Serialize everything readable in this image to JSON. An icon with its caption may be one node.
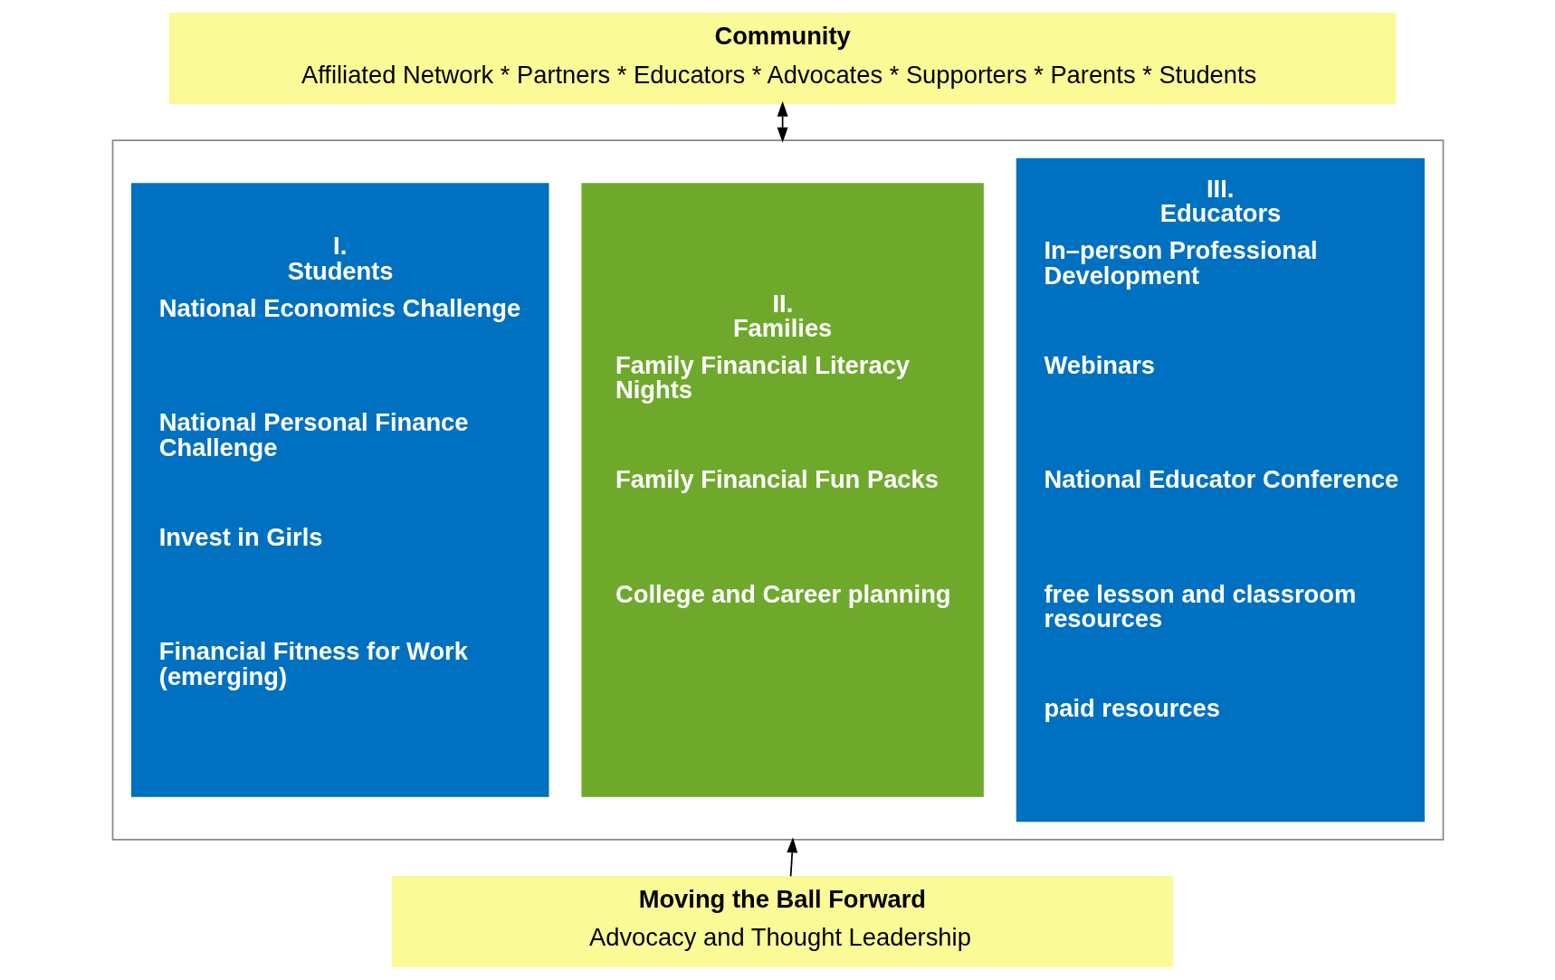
{
  "diagram": {
    "nodes": [
      {
        "text": [
          "Community",
          "Affiliated Network * Partners * Educators * Advocates * Supporters * Parents * Students"
        ]
      },
      {
        "text": [],
        "shape": "box"
      },
      {
        "text": [
          "I. Students",
          "National Economics Challenge",
          "National Personal Finance Challenge",
          "Invest in Girls",
          "Financial Fitness for Work (emerging)"
        ],
        "in": 1
      },
      {
        "text": [
          "II. Families",
          "Family Financial Literacy Nights",
          "Family Financial Fun Packs",
          "College and Career planning"
        ],
        "in": 1
      },
      {
        "text": [
          "III. Educators",
          "In–person Professional Development",
          "Webinars",
          "National Educator Conference",
          "free lesson and classroom resources",
          "paid resources"
        ],
        "in": 1
      },
      {
        "text": [
          "Moving the Ball Forward",
          "Advocacy and Thought Leadership"
        ]
      }
    ],
    "edges": [
      {
        "from": 0,
        "to": 1,
        "arrow": "both"
      },
      {
        "from": 5,
        "to": 1,
        "arrow": "to"
      }
    ]
  }
}
